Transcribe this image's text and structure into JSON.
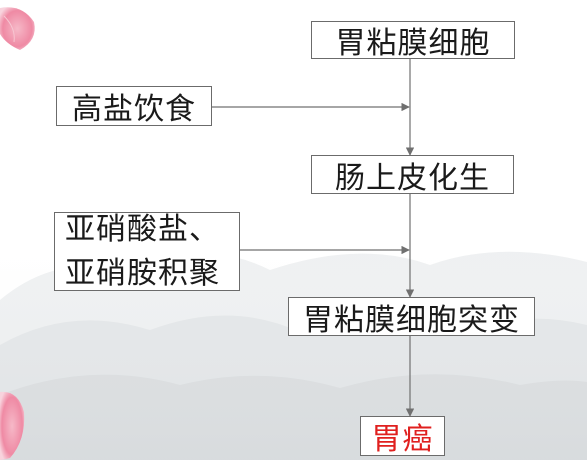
{
  "flow": {
    "gastric_mucosa_cell": "胃粘膜细胞",
    "high_salt_diet": "高盐饮食",
    "intestinal_metaplasia": "肠上皮化生",
    "nitrite_line1": "亚硝酸盐、",
    "nitrite_line2": "亚硝胺积聚",
    "mucosa_mutation": "胃粘膜细胞突变",
    "gastric_cancer": "胃癌"
  },
  "colors": {
    "text": "#1a1a1a",
    "highlight": "#e0201f",
    "box_border": "#6b6b6b",
    "arrow": "#707070"
  }
}
